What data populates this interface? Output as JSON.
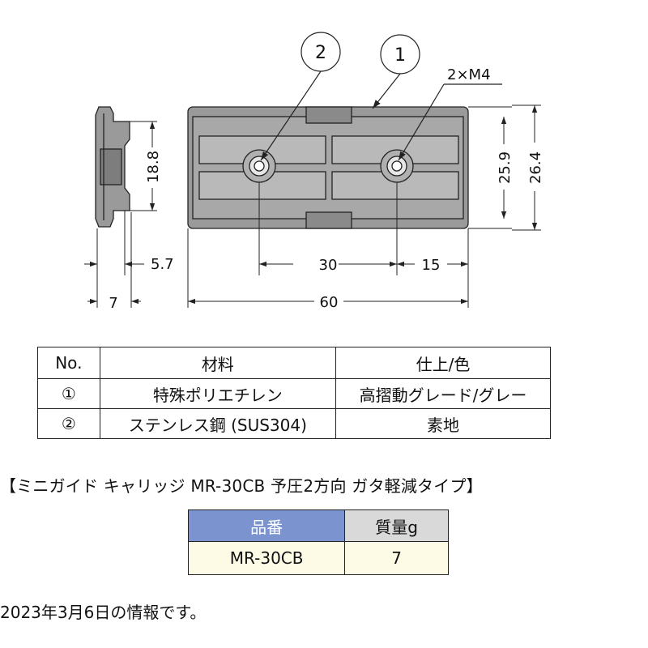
{
  "drawing": {
    "callout_1": "1",
    "callout_2": "2",
    "screw_label": "2×M4",
    "dim_height_side": "18.8",
    "dim_width_inner": "25.9",
    "dim_width_outer": "26.4",
    "dim_thickness": "5.7",
    "dim_depth": "7",
    "dim_pitch": "30",
    "dim_offset": "15",
    "dim_length": "60",
    "colors": {
      "line": "#222222",
      "body_fill": "#9a9a9a",
      "pad_fill": "#b9b9b9"
    }
  },
  "materials_table": {
    "headers": [
      "No.",
      "材料",
      "仕上/色"
    ],
    "rows": [
      {
        "no": "①",
        "material": "特殊ポリエチレン",
        "finish": "高摺動グレード/グレー"
      },
      {
        "no": "②",
        "material": "ステンレス鋼 (SUS304)",
        "finish": "素地"
      }
    ]
  },
  "product_title": "【ミニガイド キャリッジ MR-30CB 予圧2方向 ガタ軽減タイプ】",
  "spec_table": {
    "headers": [
      "品番",
      "質量g"
    ],
    "header_colors": [
      "#7b93cf",
      "#d9d9d9"
    ],
    "row": {
      "part": "MR-30CB",
      "mass": "7"
    }
  },
  "footnote": "2023年3月6日の情報です。"
}
